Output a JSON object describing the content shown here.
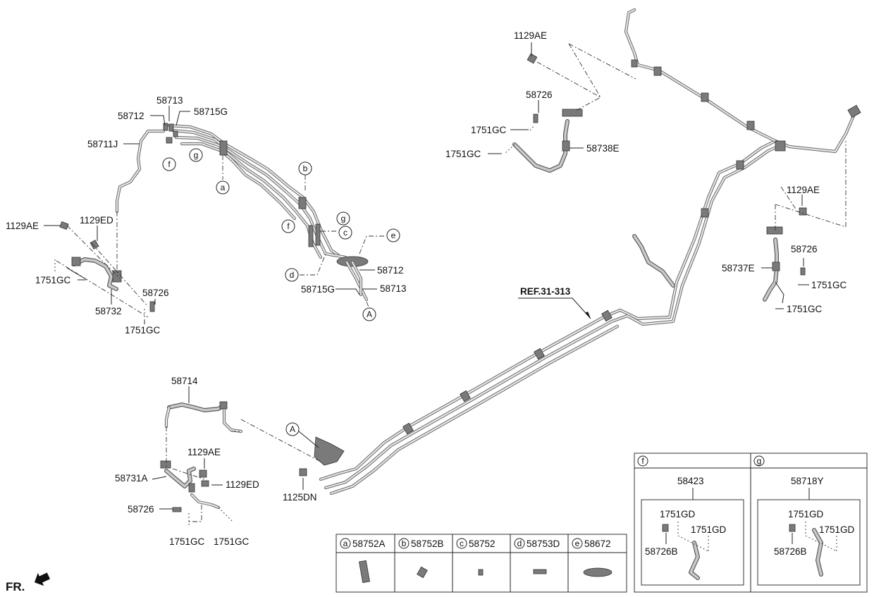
{
  "labels": {
    "l1129AE_tr": "1129AE",
    "l58726_tr": "58726",
    "l1751GC_tr1": "1751GC",
    "l1751GC_tr2": "1751GC",
    "l58738E": "58738E",
    "l58713_top": "58713",
    "l58712_top": "58712",
    "l58715G_top": "58715G",
    "l58711J": "58711J",
    "l1129AE_l": "1129AE",
    "l1129ED_l": "1129ED",
    "l1751GC_l1": "1751GC",
    "l58732": "58732",
    "l58726_l": "58726",
    "l1751GC_l2": "1751GC",
    "l58712_mid": "58712",
    "l58715G_mid": "58715G",
    "l58713_mid": "58713",
    "l1129AE_r": "1129AE",
    "l58726_r": "58726",
    "l58737E": "58737E",
    "l1751GC_r1": "1751GC",
    "l1751GC_r2": "1751GC",
    "ref": "REF.31-313",
    "l58714": "58714",
    "l1129AE_b": "1129AE",
    "l58731A": "58731A",
    "l1129ED_b": "1129ED",
    "l1125DN": "1125DN",
    "l58726_b": "58726",
    "l1751GC_b1": "1751GC",
    "l1751GC_b2": "1751GC"
  },
  "callouts": {
    "a": "a",
    "b": "b",
    "c": "c",
    "d": "d",
    "e": "e",
    "f": "f",
    "g": "g",
    "A_mid": "A",
    "A_bottom": "A"
  },
  "parts_table": {
    "a_letter": "a",
    "a_part": "58752A",
    "b_letter": "b",
    "b_part": "58752B",
    "c_letter": "c",
    "c_part": "58752",
    "d_letter": "d",
    "d_part": "58753D",
    "e_letter": "e",
    "e_part": "58672"
  },
  "detail_f": {
    "letter": "f",
    "part": "58423",
    "sub1": "1751GD",
    "sub2": "1751GD",
    "sub3": "58726B"
  },
  "detail_g": {
    "letter": "g",
    "part": "58718Y",
    "sub1": "1751GD",
    "sub2": "1751GD",
    "sub3": "58726B"
  },
  "front_marker": "FR."
}
